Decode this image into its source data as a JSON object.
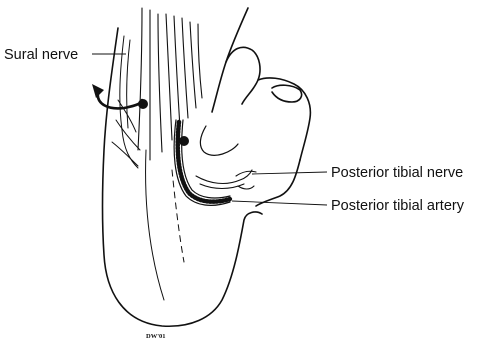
{
  "labels": {
    "sural_nerve": "Sural nerve",
    "posterior_tibial_nerve": "Posterior tibial nerve",
    "posterior_tibial_artery": "Posterior tibial artery"
  },
  "signature": "DW'01",
  "colors": {
    "ink": "#111111",
    "background": "#ffffff"
  }
}
